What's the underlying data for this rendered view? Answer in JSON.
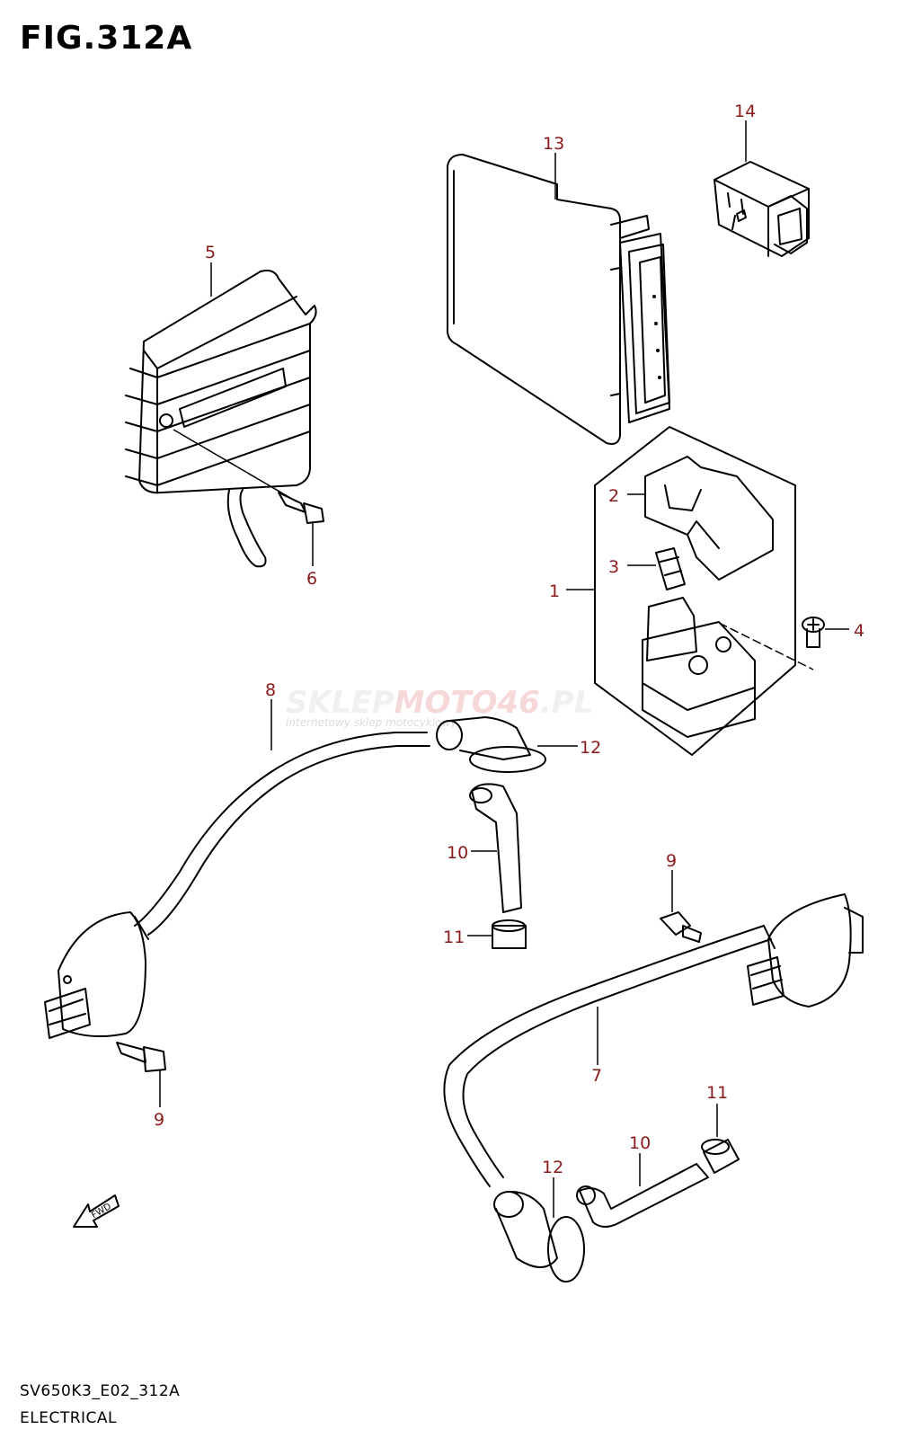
{
  "figure": {
    "title": "FIG.312A",
    "code": "SV650K3_E02_312A",
    "caption": "ELECTRICAL"
  },
  "watermark": {
    "brand_part1": "SKLEP",
    "brand_part2": "MOTO",
    "brand_part3": "46",
    "brand_part4": ".PL",
    "tagline": "internetowy sklep motocyklowy"
  },
  "direction_label": "FWD",
  "callouts": [
    "1",
    "2",
    "3",
    "4",
    "5",
    "6",
    "8",
    "12",
    "10",
    "11",
    "9",
    "9",
    "7",
    "12",
    "10",
    "11",
    "13",
    "14"
  ],
  "colors": {
    "callout_text": "#8b1a1a",
    "line_art": "#000000",
    "watermark_accent": "#e8a0a0"
  }
}
